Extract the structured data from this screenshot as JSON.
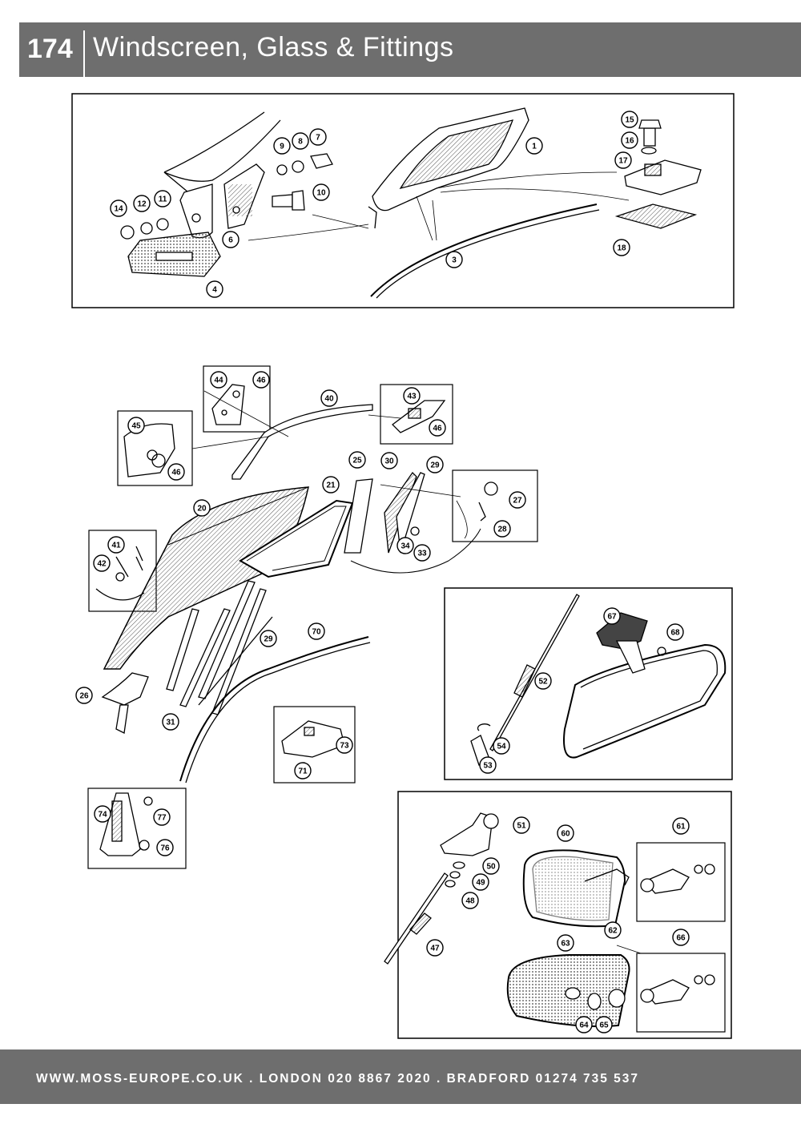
{
  "header": {
    "page_number": "174",
    "title": "Windscreen, Glass & Fittings"
  },
  "footer": {
    "contact_line": "WWW.MOSS-EUROPE.CO.UK . LONDON 020 8867 2020 . BRADFORD 01274 735 537"
  },
  "callouts": {
    "c1": "1",
    "c3": "3",
    "c4": "4",
    "c6": "6",
    "c7": "7",
    "c8": "8",
    "c9": "9",
    "c10": "10",
    "c11": "11",
    "c12": "12",
    "c14": "14",
    "c15": "15",
    "c16": "16",
    "c17": "17",
    "c18": "18",
    "c20": "20",
    "c21": "21",
    "c25": "25",
    "c26": "26",
    "c27": "27",
    "c28": "28",
    "c29a": "29",
    "c29b": "29",
    "c30": "30",
    "c31": "31",
    "c33": "33",
    "c34": "34",
    "c40": "40",
    "c41": "41",
    "c42": "42",
    "c43": "43",
    "c44": "44",
    "c45": "45",
    "c46a": "46",
    "c46b": "46",
    "c46c": "46",
    "c47": "47",
    "c48": "48",
    "c49": "49",
    "c50": "50",
    "c51": "51",
    "c52": "52",
    "c53": "53",
    "c54": "54",
    "c60": "60",
    "c61": "61",
    "c62": "62",
    "c63": "63",
    "c64": "64",
    "c65": "65",
    "c66": "66",
    "c67": "67",
    "c68": "68",
    "c70": "70",
    "c71": "71",
    "c73": "73",
    "c74": "74",
    "c76": "76",
    "c77": "77"
  }
}
